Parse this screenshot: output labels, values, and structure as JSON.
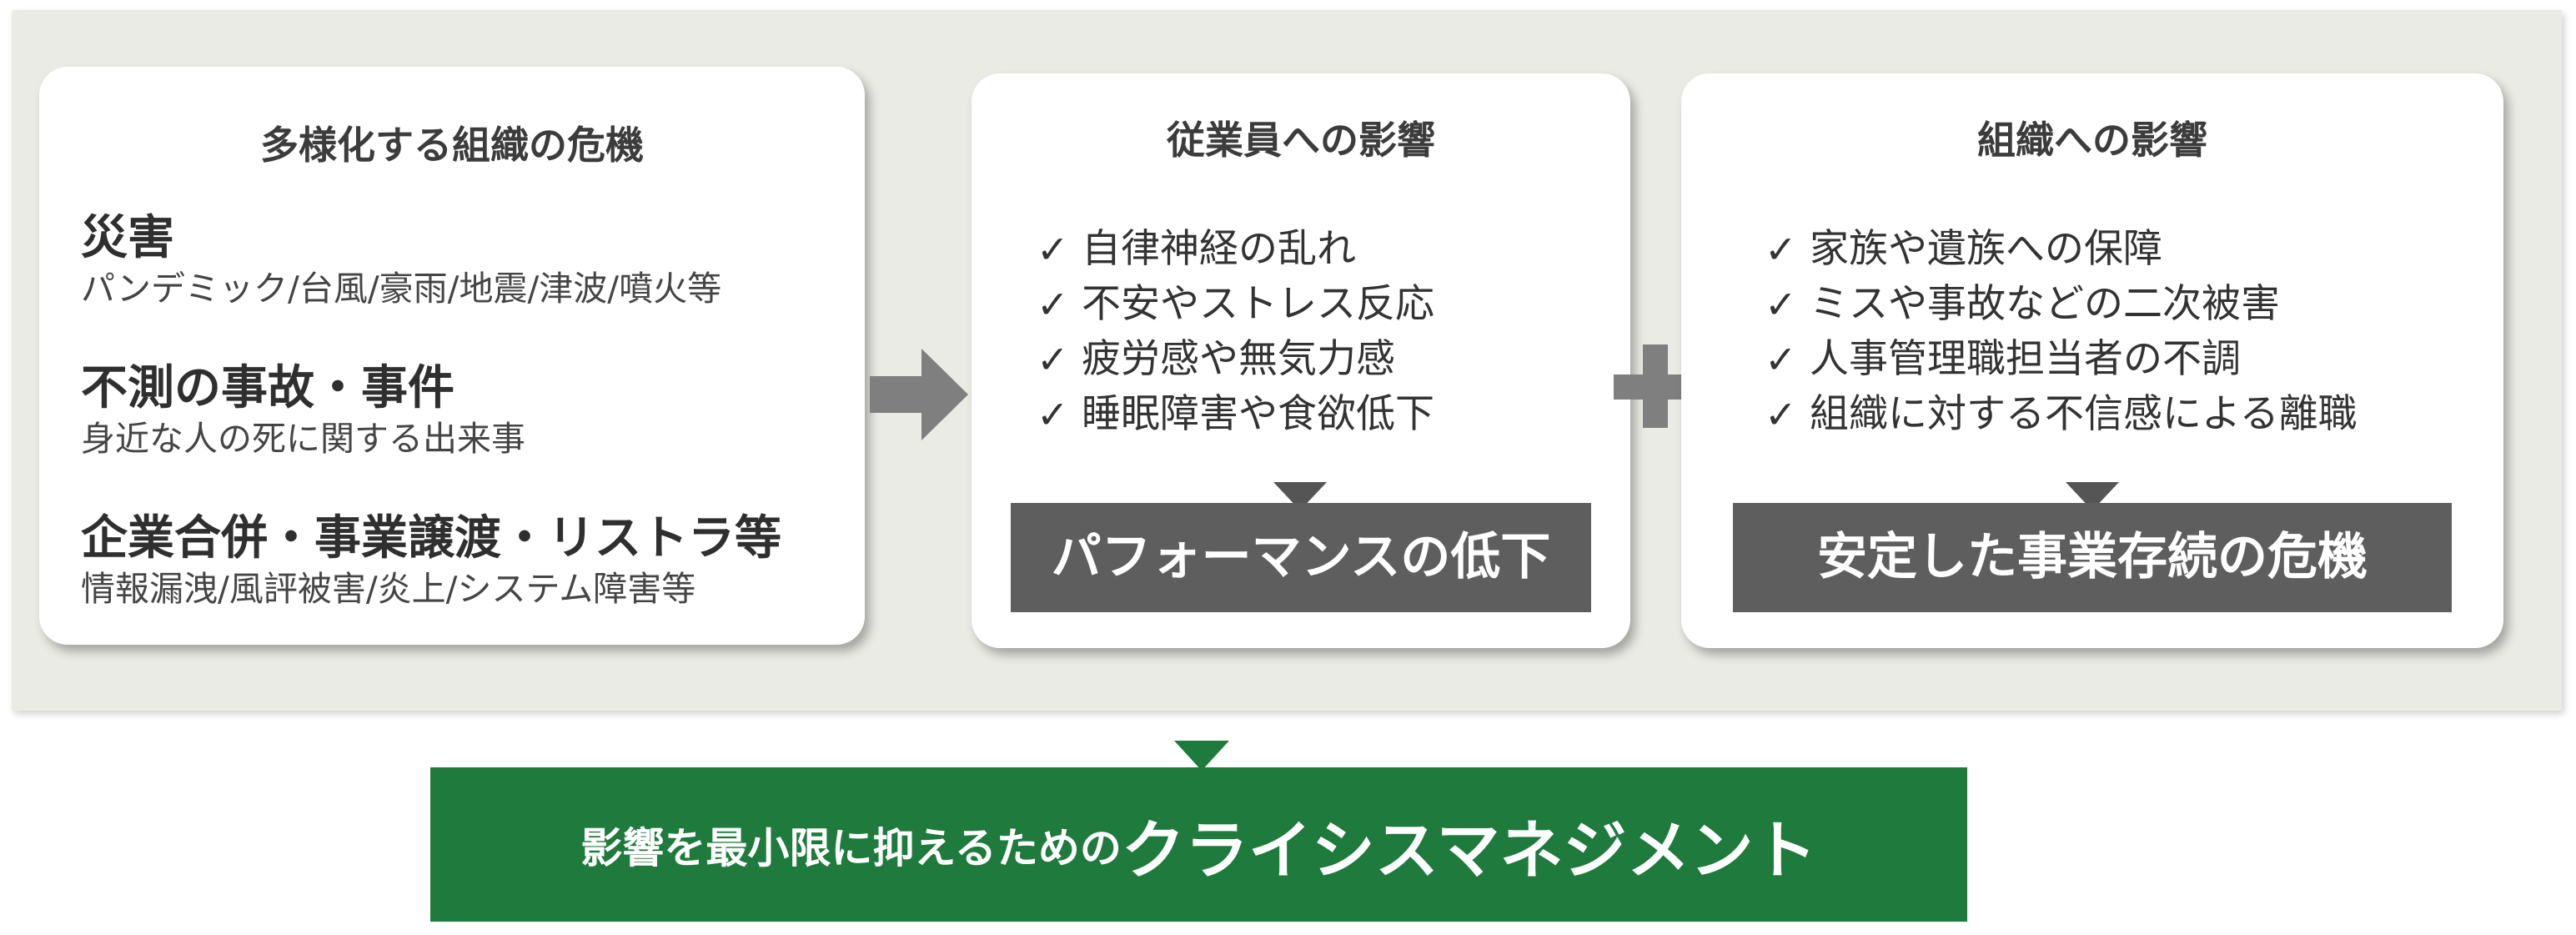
{
  "card1": {
    "title": "多様化する組織の危機",
    "items": [
      {
        "heading": "災害",
        "detail": "パンデミック/台風/豪雨/地震/津波/噴火等"
      },
      {
        "heading": "不測の事故・事件",
        "detail": "身近な人の死に関する出来事"
      },
      {
        "heading": "企業合併・事業譲渡・リストラ等",
        "detail": "情報漏洩/風評被害/炎上/システム障害等"
      }
    ]
  },
  "card2": {
    "title": "従業員への影響",
    "items": [
      "自律神経の乱れ",
      "不安やストレス反応",
      "疲労感や無気力感",
      "睡眠障害や食欲低下"
    ],
    "result": "パフォーマンスの低下"
  },
  "card3": {
    "title": "組織への影響",
    "items": [
      "家族や遺族への保障",
      "ミスや事故などの二次被害",
      "人事管理職担当者の不調",
      "組織に対する不信感による離職"
    ],
    "result": "安定した事業存続の危機"
  },
  "conclusion": {
    "prefix": "影響を最小限に抑えるための",
    "emphasis": "クライシスマネジメント"
  },
  "colors": {
    "panel": "#ebebe6",
    "result_box": "#5e5e5e",
    "conclusion": "#1f7a3d",
    "connector": "#7f7f7f"
  },
  "check_glyph": "✓"
}
